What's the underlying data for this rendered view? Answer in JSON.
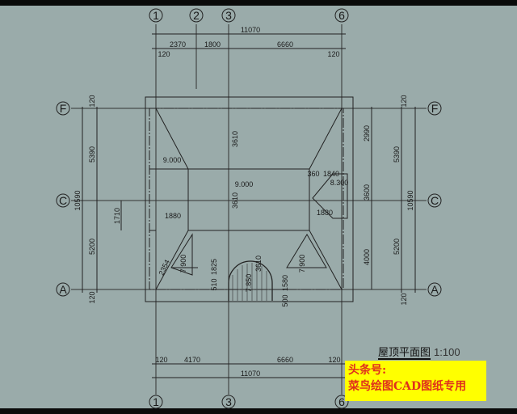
{
  "drawing": {
    "title": "屋顶平面图",
    "scale": "1:100",
    "axes_vertical": [
      "1",
      "2",
      "3",
      "6"
    ],
    "axes_horizontal": [
      "F",
      "C",
      "A"
    ],
    "top_dims": {
      "total": "11070",
      "d1": "2370",
      "d2": "1800",
      "d3": "6660",
      "left_wall": "120",
      "right_wall": "120"
    },
    "bottom_dims": {
      "total": "11070",
      "d1": "4170",
      "d2": "6660",
      "left_wall": "120",
      "right_wall": "120"
    },
    "left_dims": {
      "total": "10590",
      "upper": "5390",
      "lower": "5200",
      "top_wall": "120",
      "bottom_wall": "120"
    },
    "right_dims": {
      "total": "10590",
      "upper": "5390",
      "lower": "5200",
      "d1": "2990",
      "d2": "3600",
      "d3": "4000",
      "top_wall": "120",
      "bottom_wall": "120"
    },
    "inner_dims": {
      "left_1710": "1710",
      "left_1880": "1880",
      "right_1880": "1880",
      "d360": "360",
      "d1840": "1840",
      "d3610a": "3610",
      "d3610b": "3610",
      "d3610c": "3610",
      "d2354": "2354",
      "d1825": "1825",
      "d510": "510",
      "d1580": "1580",
      "d500": "500"
    },
    "elevations": {
      "left": "9.000",
      "center": "9.000",
      "right": "8.300",
      "small1": "7.900",
      "small2": "7.900",
      "arch": "7.850"
    }
  },
  "watermark": {
    "line1": "头条号:",
    "line2": "菜鸟绘图CAD图纸专用"
  }
}
